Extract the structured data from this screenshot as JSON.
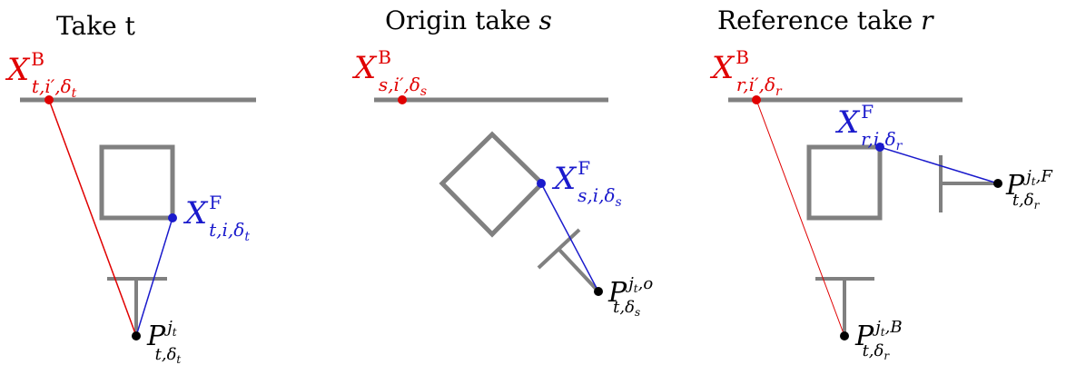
{
  "colors": {
    "background_point": "#e00000",
    "foreground_point": "#1a1acc",
    "camera_point": "#000000",
    "geometry": "#808080"
  },
  "panels": [
    {
      "title": "Take t",
      "background_label": {
        "base": "X",
        "sup": "B",
        "sub": "t,i′,δ",
        "subsub": "t"
      },
      "foreground_label": {
        "base": "X",
        "sup": "F",
        "sub": "t,i,δ",
        "subsub": "t"
      },
      "camera_label": {
        "base": "P",
        "sup": "j",
        "supsub": "t",
        "supextra": "",
        "sub": "t,δ",
        "subsub": "t"
      }
    },
    {
      "title": "Origin take",
      "title_var": "s",
      "background_label": {
        "base": "X",
        "sup": "B",
        "sub": "s,i′,δ",
        "subsub": "s"
      },
      "foreground_label": {
        "base": "X",
        "sup": "F",
        "sub": "s,i,δ",
        "subsub": "s"
      },
      "camera_label": {
        "base": "P",
        "sup": "j",
        "supsub": "t",
        "supextra": ",o",
        "sub": "t,δ",
        "subsub": "s"
      }
    },
    {
      "title": "Reference take",
      "title_var": "r",
      "background_label": {
        "base": "X",
        "sup": "B",
        "sub": "r,i′,δ",
        "subsub": "r"
      },
      "foreground_label": {
        "base": "X",
        "sup": "F",
        "sub": "r,i,δ",
        "subsub": "r"
      },
      "camera_label": {
        "base": "P",
        "sup": "j",
        "supsub": "t",
        "supextra": ",F",
        "sub": "t,δ",
        "subsub": "r"
      },
      "camera_label_2": {
        "base": "P",
        "sup": "j",
        "supsub": "t",
        "supextra": ",B",
        "sub": "t,δ",
        "subsub": "r"
      }
    }
  ]
}
